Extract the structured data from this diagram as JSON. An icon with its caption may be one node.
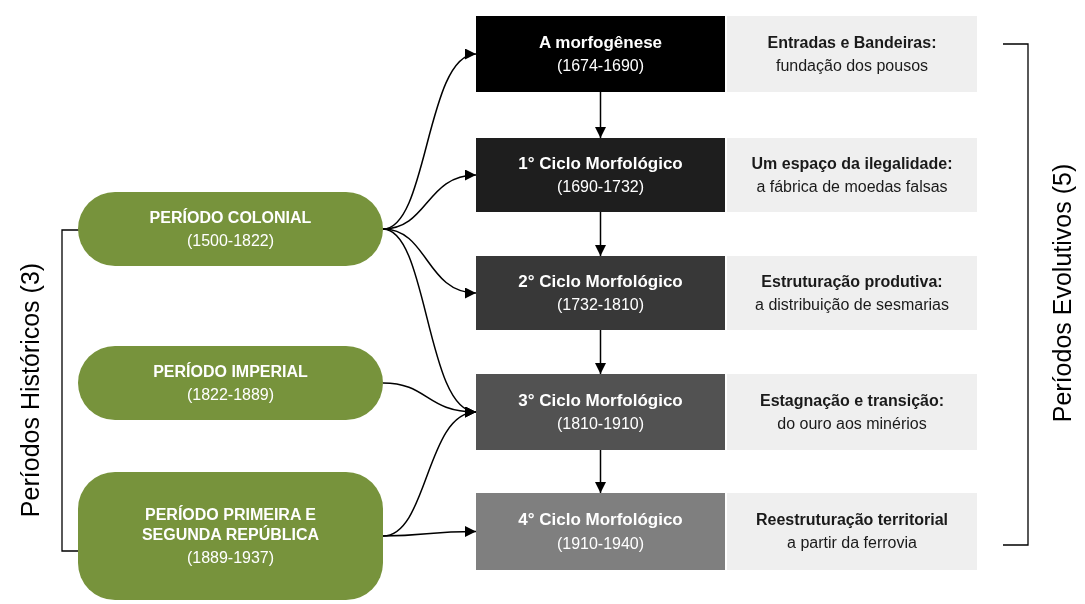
{
  "diagram": {
    "nodes": [
      {
        "text": [
          "A morfogênese",
          "(1674-1690)"
        ]
      },
      {
        "text": [
          "Entradas e Bandeiras:",
          "fundação dos pousos"
        ]
      },
      {
        "text": [
          "1° Ciclo Morfológico",
          "(1690-1732)"
        ]
      },
      {
        "text": [
          "Um espaço da ilegalidade:",
          "a fábrica de moedas falsas"
        ]
      },
      {
        "text": [
          "2° Ciclo Morfológico",
          "(1732-1810)"
        ]
      },
      {
        "text": [
          "Estruturação produtiva:",
          "a distribuição de sesmarias"
        ]
      },
      {
        "text": [
          "3° Ciclo Morfológico",
          "(1810-1910)"
        ]
      },
      {
        "text": [
          "Estagnação e transição:",
          "do ouro aos minérios"
        ]
      },
      {
        "text": [
          "4° Ciclo Morfológico",
          "(1910-1940)"
        ]
      },
      {
        "text": [
          "Reestruturação territorial",
          "a partir da ferrovia"
        ]
      },
      {
        "text": [
          "PERÍODO COLONIAL",
          "(1500-1822)"
        ]
      },
      {
        "text": [
          "PERÍODO IMPERIAL",
          "(1822-1889)"
        ]
      },
      {
        "text": [
          "PERÍODO PRIMEIRA E SEGUNDA REPÚBLICA",
          "(1889-1937)"
        ]
      }
    ],
    "edges": [
      {
        "from": 10,
        "to": 0,
        "arrow": "to"
      },
      {
        "from": 10,
        "to": 2,
        "arrow": "to"
      },
      {
        "from": 10,
        "to": 4,
        "arrow": "to"
      },
      {
        "from": 10,
        "to": 6,
        "arrow": "to"
      },
      {
        "from": 11,
        "to": 6,
        "arrow": "to"
      },
      {
        "from": 12,
        "to": 6,
        "arrow": "to"
      },
      {
        "from": 12,
        "to": 8,
        "arrow": "to"
      },
      {
        "from": 0,
        "to": 2,
        "arrow": "to"
      },
      {
        "from": 2,
        "to": 4,
        "arrow": "to"
      },
      {
        "from": 4,
        "to": 6,
        "arrow": "to"
      },
      {
        "from": 6,
        "to": 8,
        "arrow": "to"
      }
    ],
    "labels": [
      "Períodos Históricos (3)",
      "Períodos Evolutivos (5)"
    ]
  }
}
